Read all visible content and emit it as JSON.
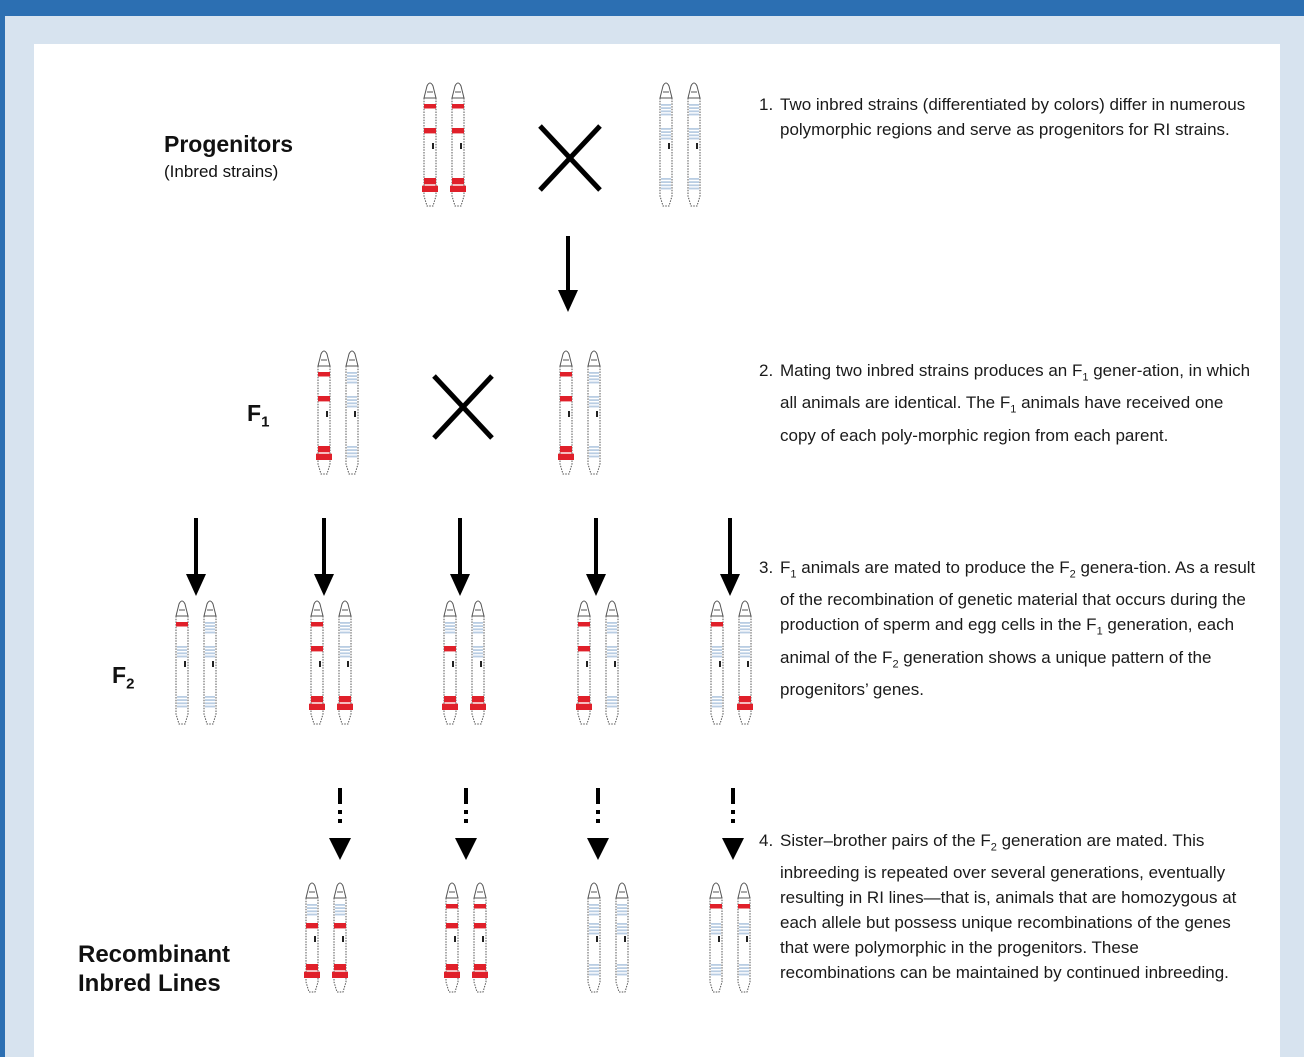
{
  "labels": {
    "progenitors": "Progenitors",
    "progenitors_sub": "(Inbred strains)",
    "f1": "F",
    "f1_sub": "1",
    "f2": "F",
    "f2_sub": "2",
    "ri_line1": "Recombinant",
    "ri_line2": "Inbred Lines"
  },
  "steps": [
    {
      "num": "1.",
      "parts": [
        "Two inbred strains (differentiated by colors) differ in numerous polymorphic regions and serve as progenitors for RI strains."
      ]
    },
    {
      "num": "2.",
      "parts": [
        "Mating two inbred strains produces an F",
        "1",
        " gener-ation, in which all animals are identical. The F",
        "1",
        " animals have received one copy of each poly-morphic region from each parent."
      ]
    },
    {
      "num": "3.",
      "parts": [
        "F",
        "1",
        " animals are mated to produce the F",
        "2",
        " genera-tion. As a result of the recombination of genetic material that occurs during the production of sperm and egg cells in the F",
        "1",
        " generation, each animal of the F",
        "2",
        " generation shows a unique pattern of the progenitors’ genes."
      ]
    },
    {
      "num": "4.",
      "parts": [
        "Sister–brother pairs of the F",
        "2",
        " generation are mated. This inbreeding is repeated over several generations, eventually resulting in RI lines—that is, animals that are homozygous at each allele but possess unique recombinations of the genes that were polymorphic in the progenitors. These recombinations can be maintained by continued inbreeding."
      ]
    }
  ],
  "colors": {
    "frame": "#2c6fb2",
    "background": "#d7e3ef",
    "panel": "#ffffff",
    "progenitor_a": "#e0202a",
    "progenitor_b": "#b9cde3",
    "arrow": "#000000"
  },
  "chromosome_pattern_legend": "a = red strain region, b = blue strain region (top, middle, bottom)",
  "chromosomes": {
    "progenitors": [
      {
        "pattern": [
          "a",
          "a",
          "a"
        ]
      },
      {
        "pattern": [
          "a",
          "a",
          "a"
        ]
      },
      {
        "pattern": [
          "b",
          "b",
          "b"
        ]
      },
      {
        "pattern": [
          "b",
          "b",
          "b"
        ]
      }
    ],
    "f1": [
      {
        "pattern": [
          "a",
          "a",
          "a"
        ]
      },
      {
        "pattern": [
          "b",
          "b",
          "b"
        ]
      },
      {
        "pattern": [
          "a",
          "a",
          "a"
        ]
      },
      {
        "pattern": [
          "b",
          "b",
          "b"
        ]
      }
    ],
    "f2": [
      {
        "pattern": [
          "a",
          "b",
          "b"
        ]
      },
      {
        "pattern": [
          "b",
          "b",
          "b"
        ]
      },
      {
        "pattern": [
          "a",
          "a",
          "a"
        ]
      },
      {
        "pattern": [
          "b",
          "b",
          "a"
        ]
      },
      {
        "pattern": [
          "b",
          "a",
          "a"
        ]
      },
      {
        "pattern": [
          "b",
          "b",
          "a"
        ]
      },
      {
        "pattern": [
          "a",
          "a",
          "a"
        ]
      },
      {
        "pattern": [
          "b",
          "b",
          "b"
        ]
      },
      {
        "pattern": [
          "a",
          "b",
          "b"
        ]
      },
      {
        "pattern": [
          "b",
          "b",
          "a"
        ]
      }
    ],
    "ri": [
      {
        "pattern": [
          "b",
          "a",
          "a"
        ]
      },
      {
        "pattern": [
          "b",
          "a",
          "a"
        ]
      },
      {
        "pattern": [
          "a",
          "a",
          "a"
        ]
      },
      {
        "pattern": [
          "a",
          "a",
          "a"
        ]
      },
      {
        "pattern": [
          "b",
          "b",
          "b"
        ]
      },
      {
        "pattern": [
          "b",
          "b",
          "b"
        ]
      },
      {
        "pattern": [
          "a",
          "b",
          "b"
        ]
      },
      {
        "pattern": [
          "a",
          "b",
          "b"
        ]
      }
    ]
  }
}
